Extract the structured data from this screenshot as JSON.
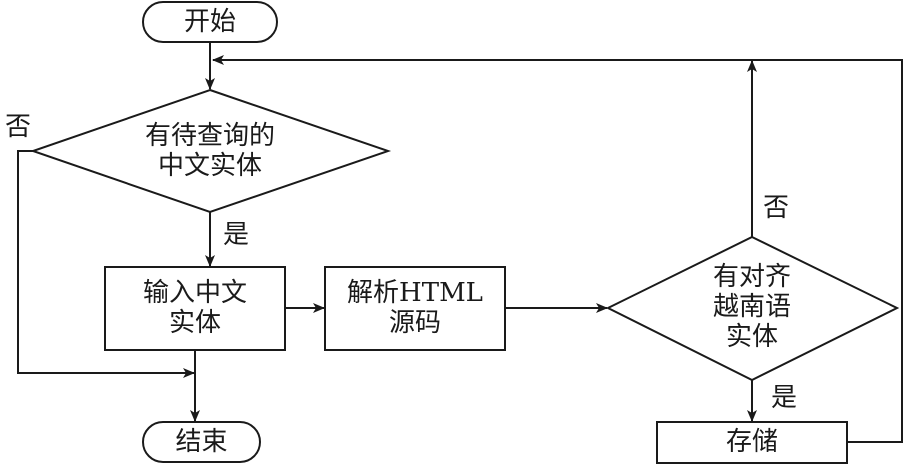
{
  "flowchart": {
    "start": "开始",
    "end": "结束",
    "decision_pending": "有待查询的\n中文实体",
    "input_entity": "输入中文\n实体",
    "parse_html": "解析HTML\n源码",
    "decision_aligned": "有对齐\n越南语\n实体",
    "store": "存储",
    "labels": {
      "pending_no": "否",
      "pending_yes": "是",
      "aligned_no": "否",
      "aligned_yes": "是"
    }
  }
}
